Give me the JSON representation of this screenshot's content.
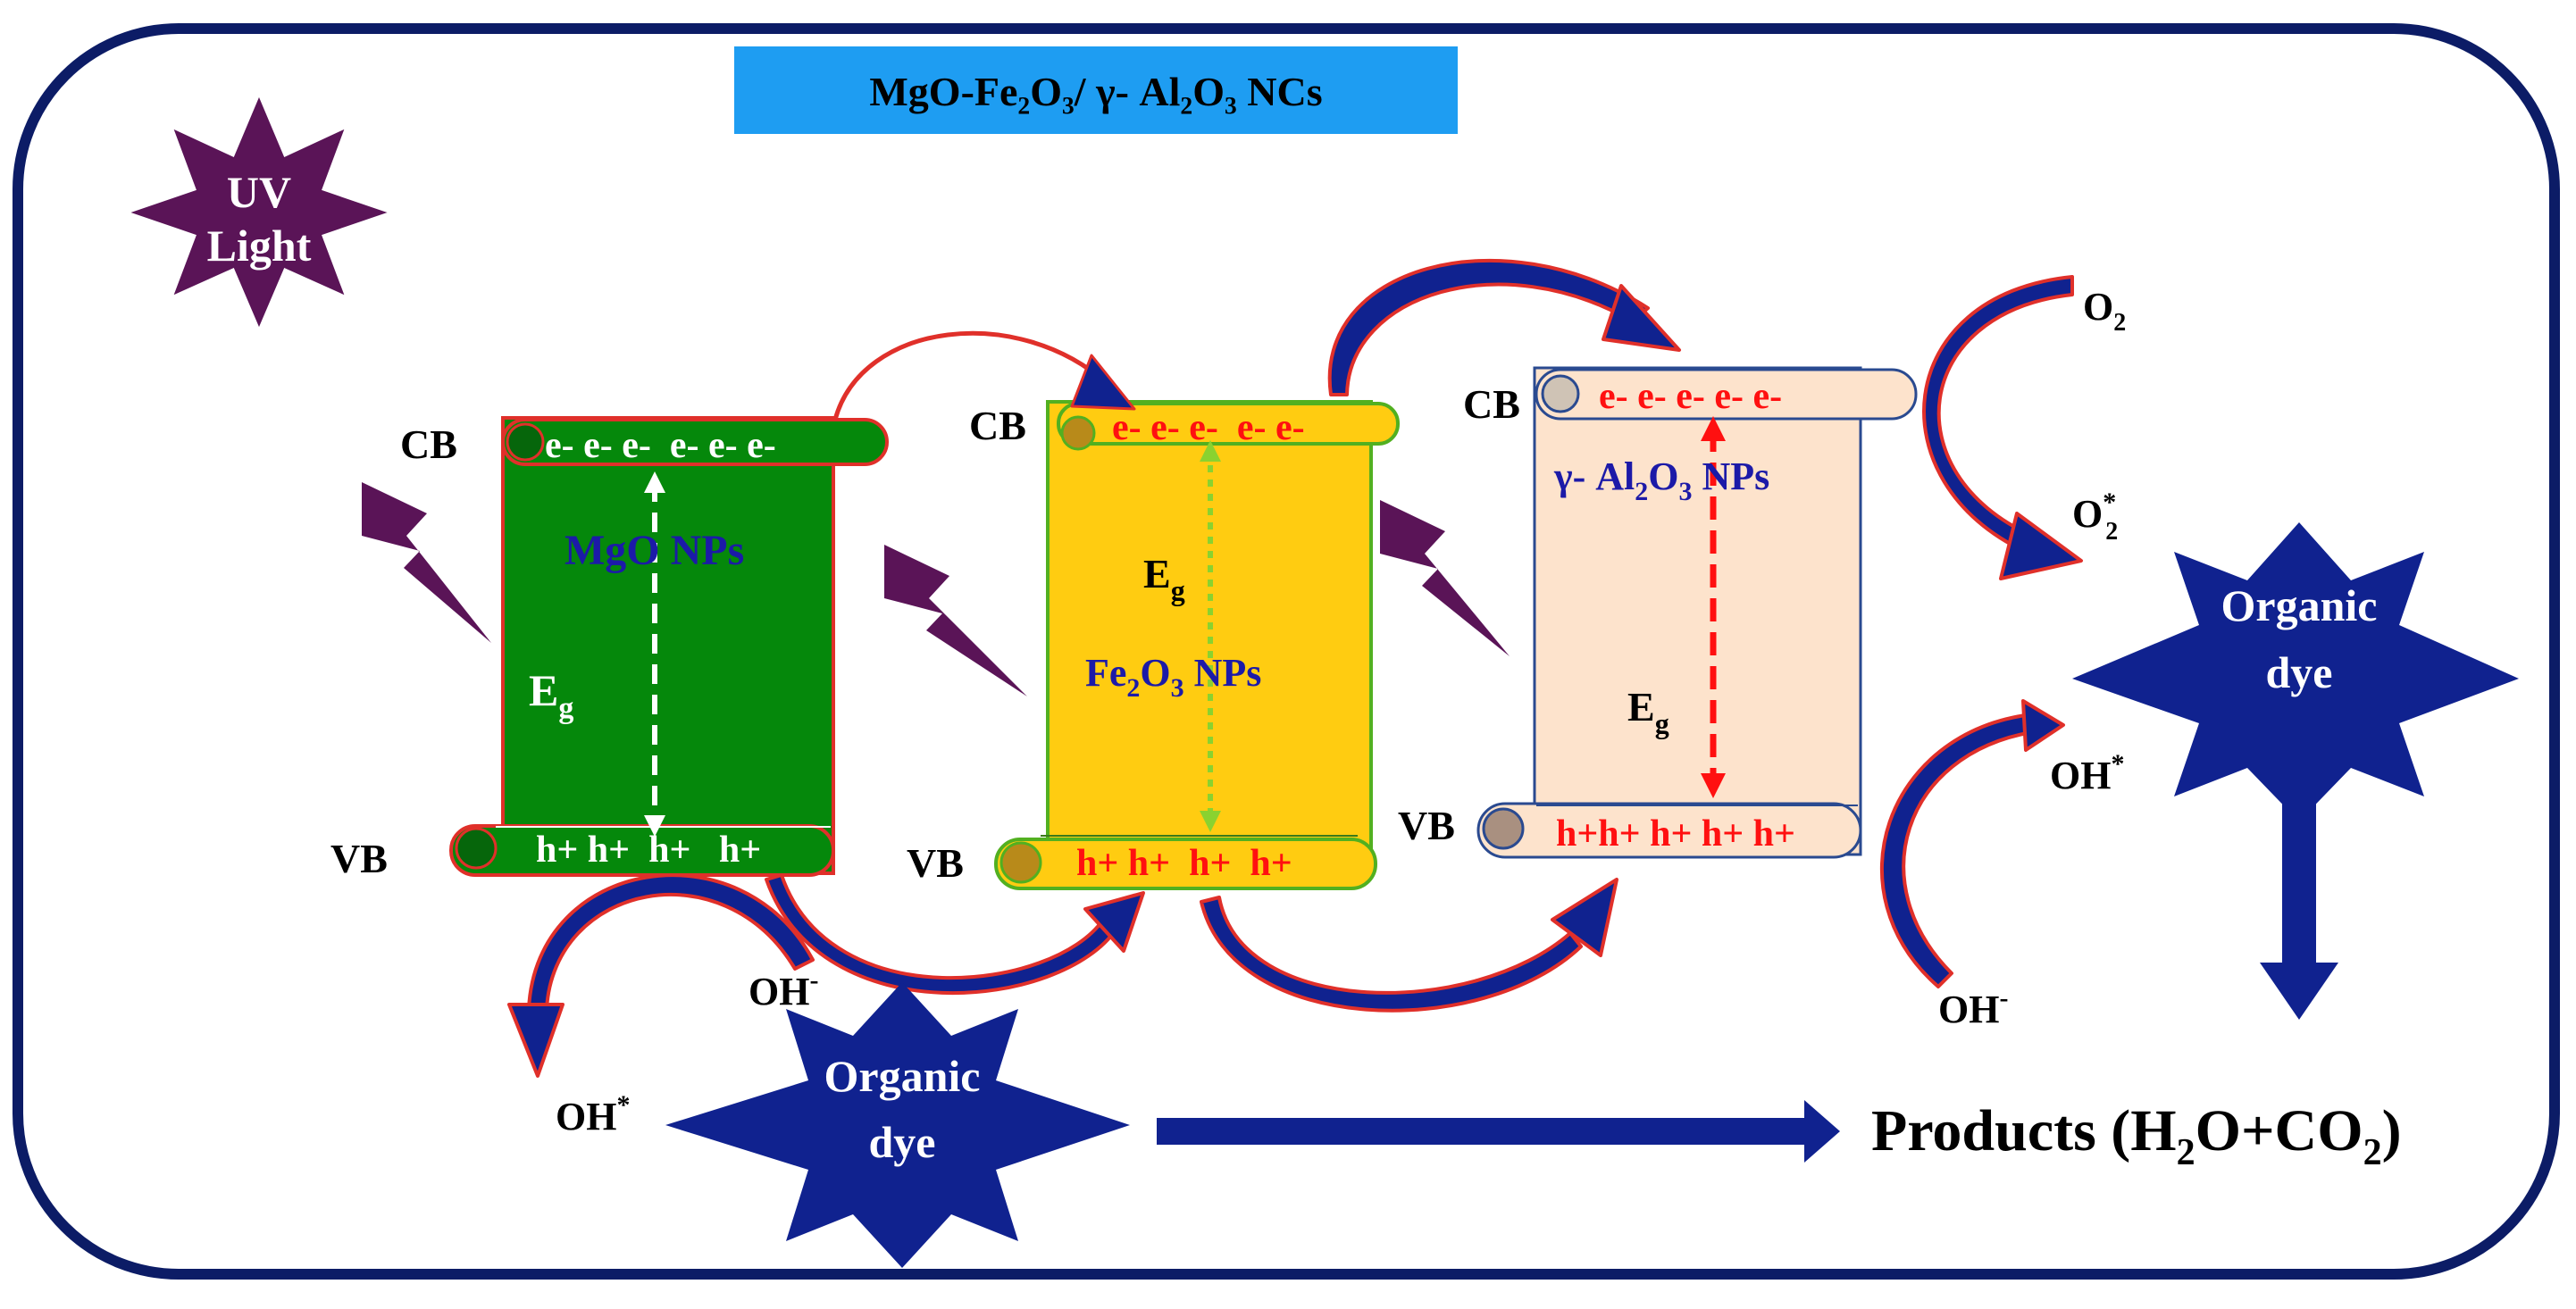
{
  "title": {
    "text": "MgO-Fe₂O₃/ γ- Al₂O₃ NCs",
    "bg_color": "#1e9df2"
  },
  "uv_star": {
    "line1": "UV",
    "line2": "Light",
    "color": "#5a1457"
  },
  "bands": [
    {
      "id": "mgo",
      "cb_label": "CB",
      "vb_label": "VB",
      "electrons": "e- e- e-  e- e- e-",
      "holes": "h+ h+  h+   h+",
      "name": "MgO NPs",
      "eg_label": "E",
      "eg_sub": "g",
      "fill": "#05880b",
      "border": "#e0302a",
      "carrier_color": "#ffffff",
      "name_color": "#1c1aa8",
      "eg_arrow_color": "#ffffff"
    },
    {
      "id": "fe2o3",
      "cb_label": "CB",
      "vb_label": "VB",
      "electrons": "e- e- e-  e- e-",
      "holes": "h+ h+  h+  h+",
      "name_parts": [
        "Fe",
        "2",
        "O",
        "3",
        " NPs"
      ],
      "eg_label": "E",
      "eg_sub": "g",
      "fill": "#ffcc11",
      "border": "#52b020",
      "carrier_color": "#ff1010",
      "name_color": "#1c1aa8",
      "eg_arrow_color": "#8ad230"
    },
    {
      "id": "al2o3",
      "cb_label": "CB",
      "vb_label": "VB",
      "electrons": "e- e- e- e- e-",
      "holes": "h+h+ h+ h+ h+",
      "name_parts": [
        "γ- Al",
        "2",
        "O",
        "3",
        " NPs"
      ],
      "eg_label": "E",
      "eg_sub": "g",
      "fill": "#fde3cc",
      "border": "#2a4a90",
      "carrier_color": "#ff1010",
      "name_color": "#1c1aa8",
      "eg_arrow_color": "#ff1010"
    }
  ],
  "species": {
    "o2": {
      "base": "O",
      "sub": "2"
    },
    "o2_radical": {
      "base": "O",
      "sup": "*",
      "sub": "2"
    },
    "oh_radical_right": {
      "base": "OH",
      "sup": "*"
    },
    "oh_minus_right": {
      "base": "OH",
      "sup": "-"
    },
    "oh_minus_left": {
      "base": "OH",
      "sup": "-"
    },
    "oh_radical_left": {
      "base": "OH",
      "sup": "*"
    }
  },
  "dye_right": {
    "line1": "Organic",
    "line2": "dye"
  },
  "dye_bottom": {
    "line1": "Organic",
    "line2": "dye"
  },
  "products": {
    "prefix": "Products (H",
    "sub1": "2",
    "mid": "O+CO",
    "sub2": "2",
    "suffix": ")"
  },
  "colors": {
    "frame": "#0c1c66",
    "arrow_fill": "#10228f",
    "arrow_outline": "#e0302a",
    "bolt": "#5a1457",
    "dye_star": "#10228f",
    "dye_text": "#ffffff",
    "black_text": "#000000"
  }
}
